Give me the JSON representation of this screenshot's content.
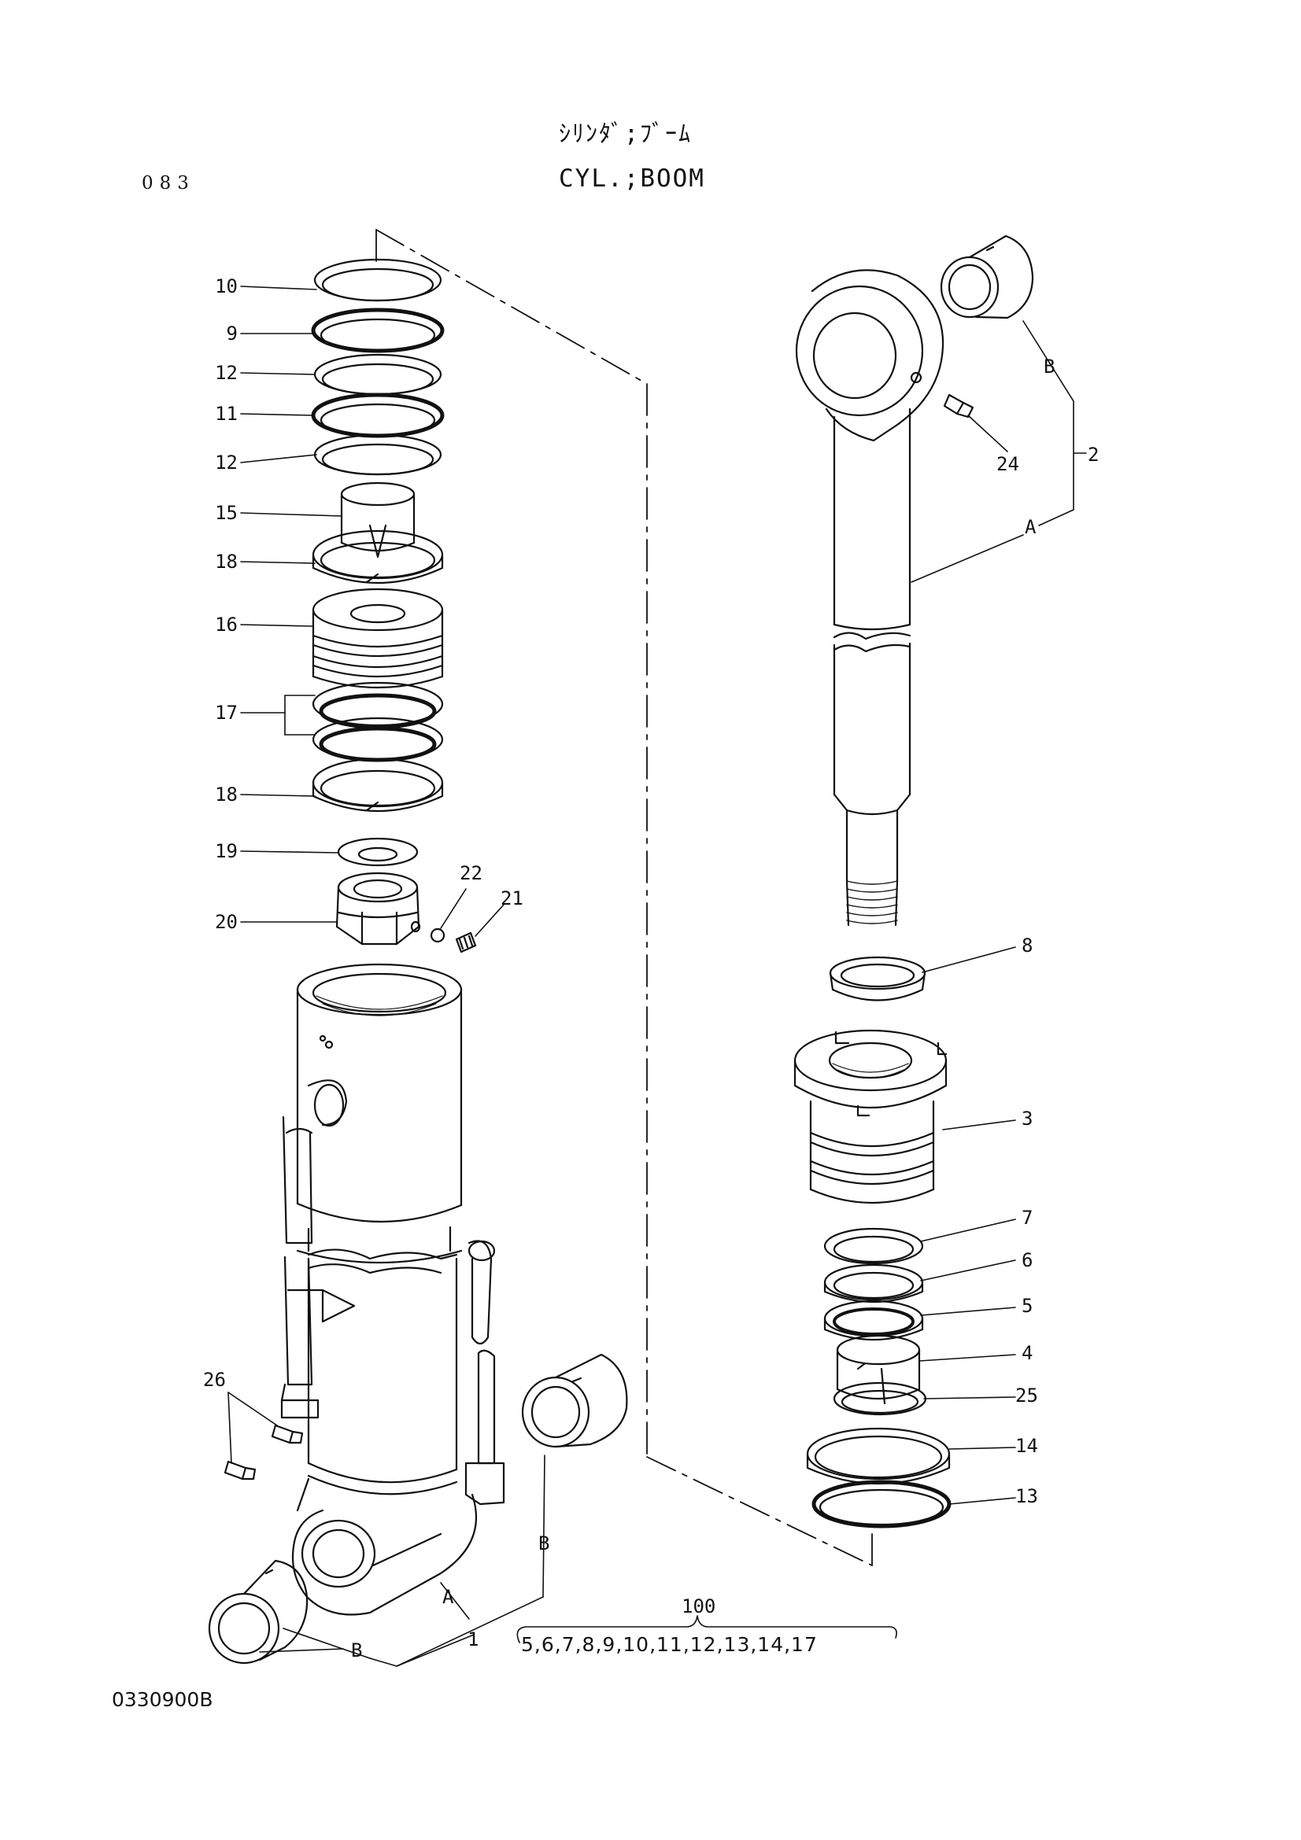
{
  "page_number": "083",
  "title_jp": "ｼﾘﾝﾀﾞ;ﾌﾞｰﾑ",
  "title_en": "CYL.;BOOM",
  "drawing_code": "0330900B",
  "kit": {
    "number": "100",
    "items": "5,6,7,8,9,10,11,12,13,14,17"
  },
  "callouts": {
    "c10": "10",
    "c9": "9",
    "c12a": "12",
    "c11": "11",
    "c12b": "12",
    "c15": "15",
    "c18a": "18",
    "c16": "16",
    "c17": "17",
    "c18b": "18",
    "c19": "19",
    "c20": "20",
    "c22": "22",
    "c21": "21",
    "c26": "26",
    "c1": "1",
    "c2": "2",
    "c24": "24",
    "c8": "8",
    "c3": "3",
    "c7": "7",
    "c6": "6",
    "c5": "5",
    "c4": "4",
    "c25": "25",
    "c14": "14",
    "c13": "13"
  },
  "reference_letters": {
    "rB_rod": "B",
    "rA_rod": "A",
    "rB_tube": "B",
    "rA_tube": "A",
    "rB_bottom": "B"
  }
}
